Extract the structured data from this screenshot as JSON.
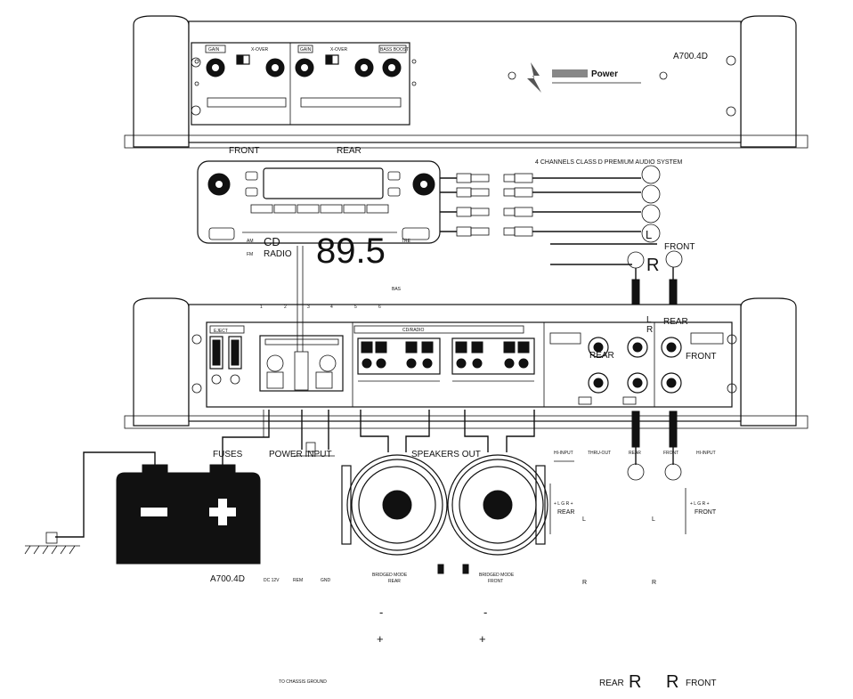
{
  "amp_top": {
    "model": "A700.4D",
    "brand": "Power",
    "panel_labels": [
      "GAIN",
      "X-OVER",
      "GAIN",
      "X-OVER",
      "BASS BOOST"
    ],
    "section_labels": [
      "FRONT",
      "REAR"
    ]
  },
  "headunit": {
    "system_title": "4 CHANNELS CLASS D PREMIUM AUDIO SYSTEM",
    "am_label": "AM",
    "fm_label": "FM",
    "cd_label": "CD",
    "radio_label": "RADIO",
    "frequency": "89.5",
    "tre_label": "TRE",
    "bas_label": "BAS",
    "rca_letter_l": "L",
    "rca_letter_r": "R",
    "front_label": "FRONT"
  },
  "amp_main": {
    "channel_numbers": [
      "1",
      "2",
      "3",
      "4",
      "5",
      "6"
    ],
    "eject_label": "EJECT",
    "cd_radio_label": "CD/RADIO",
    "rear_label": "REAR",
    "front_label": "FRONT",
    "r_letter": "R",
    "l_letter": "L"
  },
  "labels": {
    "fuses": "FUSES",
    "power_input": "POWER INPUT",
    "speakers_out": "SPEAKERS OUT",
    "hi_input": "HI-INPUT",
    "thru_out": "THRU-OUT",
    "rear": "REAR",
    "front": "FRONT",
    "hi_input_2": "HI-INPUT",
    "model_bottom": "A700.4D",
    "dc12v": "DC 12V",
    "rem": "REM",
    "gnd": "GND",
    "bridged_rear": "BRIDGED MODE",
    "bridged_rear_sub": "REAR",
    "bridged_front": "BRIDGED MODE",
    "bridged_front_sub": "FRONT",
    "lgr_rear": "+ L G R +",
    "lgr_rear_name": "REAR",
    "lgr_front": "+ L G R +",
    "lgr_front_name": "FRONT",
    "l1": "L",
    "l2": "L",
    "r1": "R",
    "r2": "R",
    "minus1": "-",
    "minus2": "-",
    "plus1": "+",
    "plus2": "+",
    "chassis": "TO CHASSIS GROUND",
    "rear_bottom": "REAR",
    "rear_bottom_r": "R",
    "front_bottom_r": "R",
    "front_bottom": "FRONT"
  }
}
